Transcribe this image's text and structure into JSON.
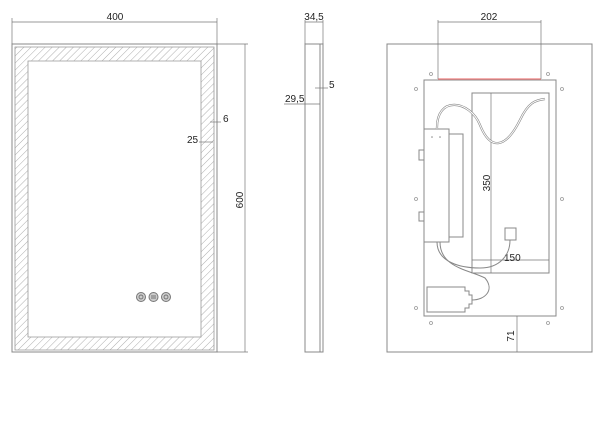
{
  "drawing": {
    "front_view": {
      "width_label": "400",
      "height_label": "600",
      "border_label": "6",
      "inset_label": "25",
      "touch_buttons": [
        "power-icon",
        "swap-icon",
        "sun-icon"
      ]
    },
    "side_view": {
      "depth_label": "34,5",
      "glass_label": "5",
      "frame_label": "29,5"
    },
    "back_view": {
      "bracket_width_label": "202",
      "box_height_label": "350",
      "box_width_label": "150",
      "bottom_offset_label": "71",
      "accent_color": "#f08080"
    }
  }
}
